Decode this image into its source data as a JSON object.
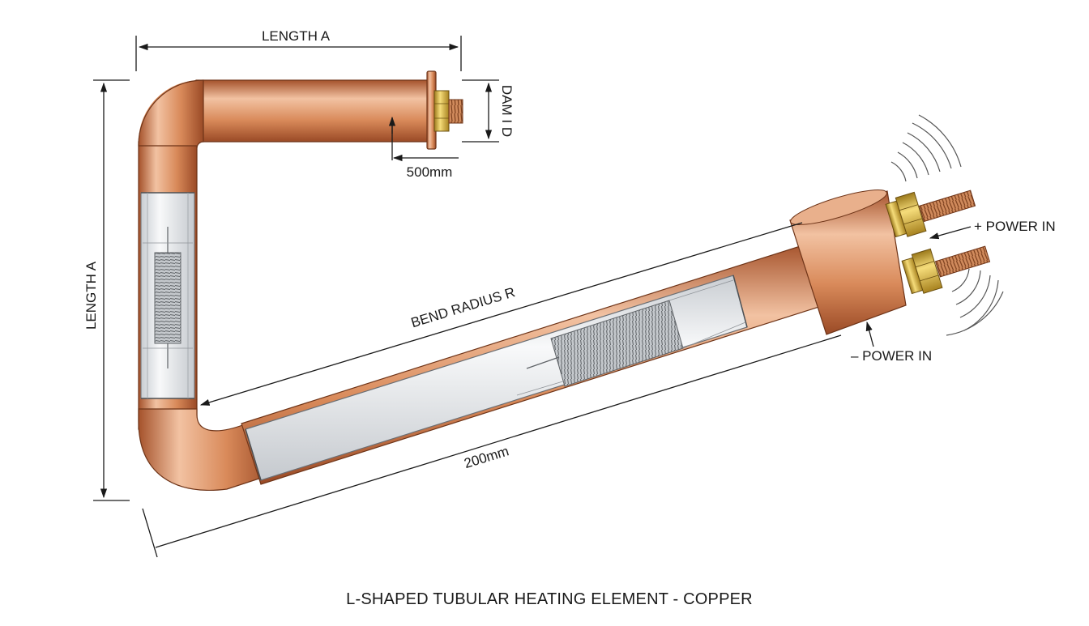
{
  "title": "L-SHAPED TUBULAR HEATING ELEMENT - COPPER",
  "labels": {
    "length_a_top": "LENGTH A",
    "length_a_side": "LENGTH A",
    "diam_id": "DAM I D",
    "dim_500": "500mm",
    "bend_radius": "BEND RADIUS R",
    "dim_200": "200mm",
    "power_pos": "+ POWER IN",
    "power_neg": "– POWER IN"
  },
  "colors": {
    "copper_light": "#f2c2a2",
    "copper_mid": "#d98a5a",
    "copper_dark": "#a5522b",
    "brass": "#e0b640",
    "glass": "#e6e9ec",
    "coil": "#9a9ea3"
  },
  "icons": [
    "sound-wave-icon",
    "hex-nut-icon",
    "threaded-stud-icon",
    "dimension-arrow-icon"
  ]
}
